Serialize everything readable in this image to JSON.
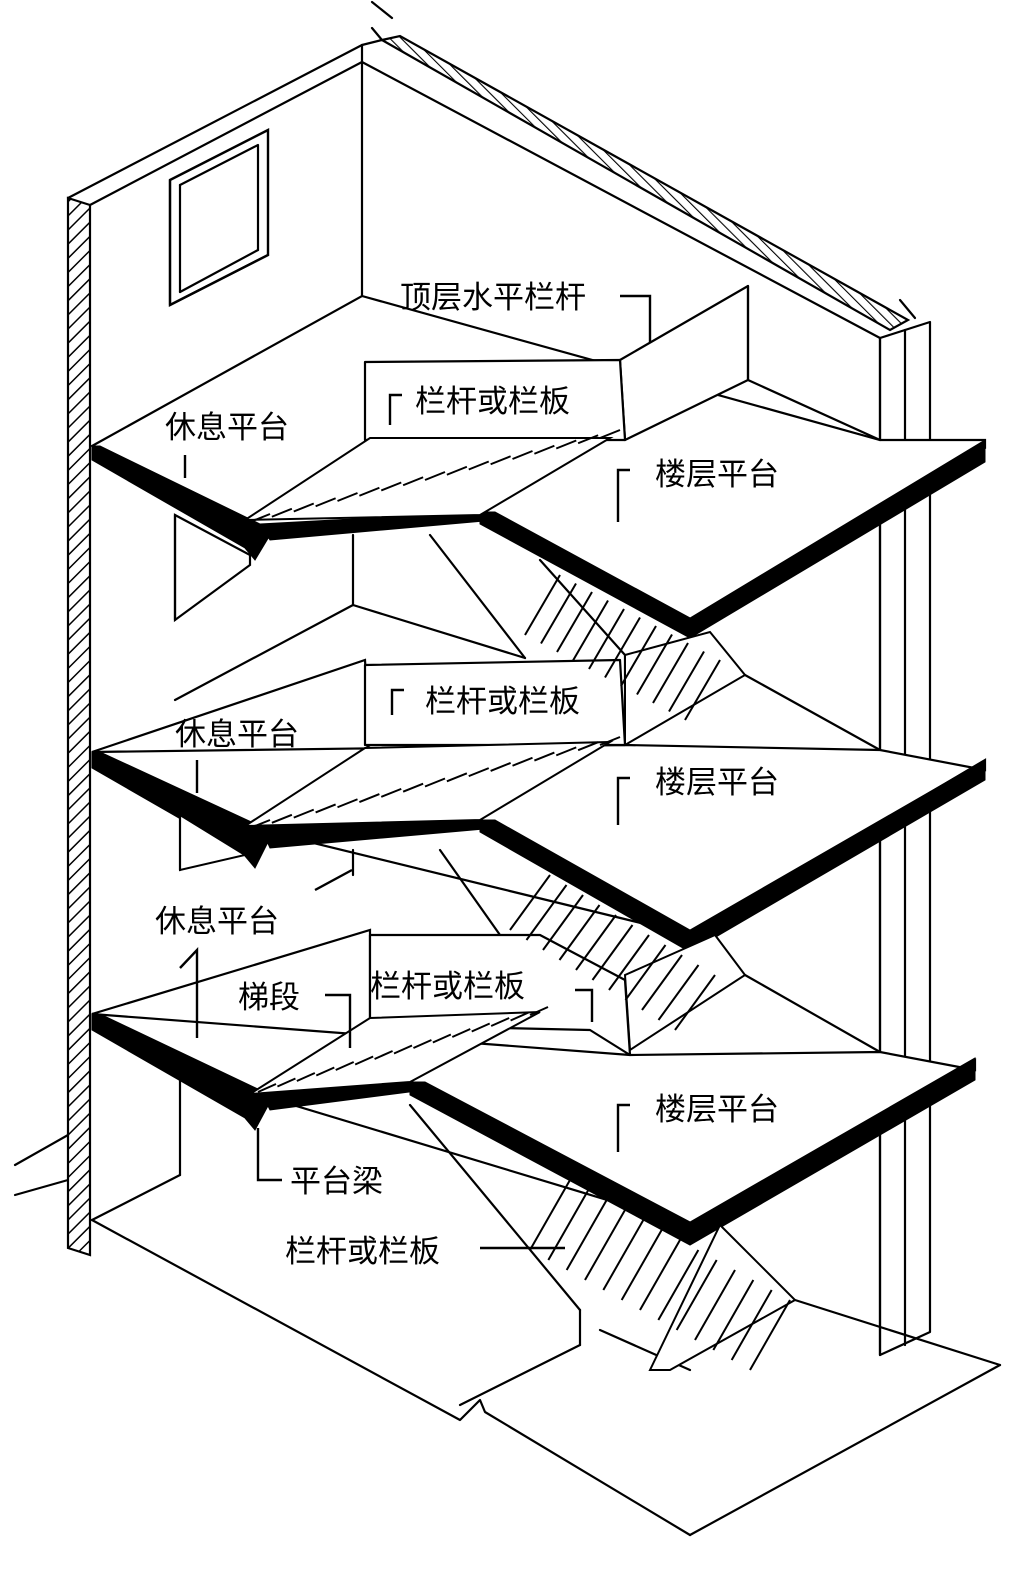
{
  "diagram": {
    "labels": {
      "top_rail": "顶层水平栏杆",
      "railing_3": "栏杆或栏板",
      "landing_3": "休息平台",
      "floor_3": "楼层平台",
      "railing_2": "栏杆或栏板",
      "landing_2": "休息平台",
      "floor_2": "楼层平台",
      "landing_1": "休息平台",
      "flight": "梯段",
      "railing_1": "栏杆或栏板",
      "floor_1": "楼层平台",
      "landing_beam": "平台梁",
      "railing_ground": "栏杆或栏板"
    }
  }
}
